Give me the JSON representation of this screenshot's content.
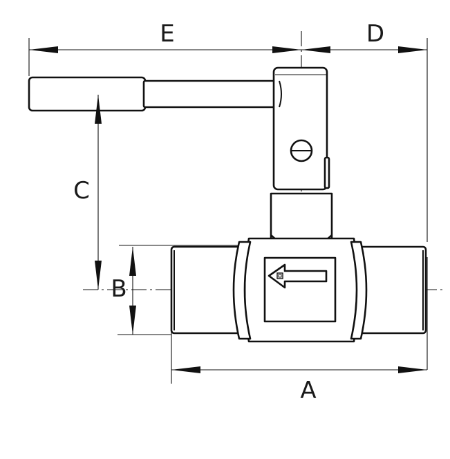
{
  "drawing": {
    "dimensions": {
      "A": "A",
      "B": "B",
      "C": "C",
      "D": "D",
      "E": "E"
    },
    "colors": {
      "line": "#111111",
      "background": "#ffffff"
    }
  }
}
